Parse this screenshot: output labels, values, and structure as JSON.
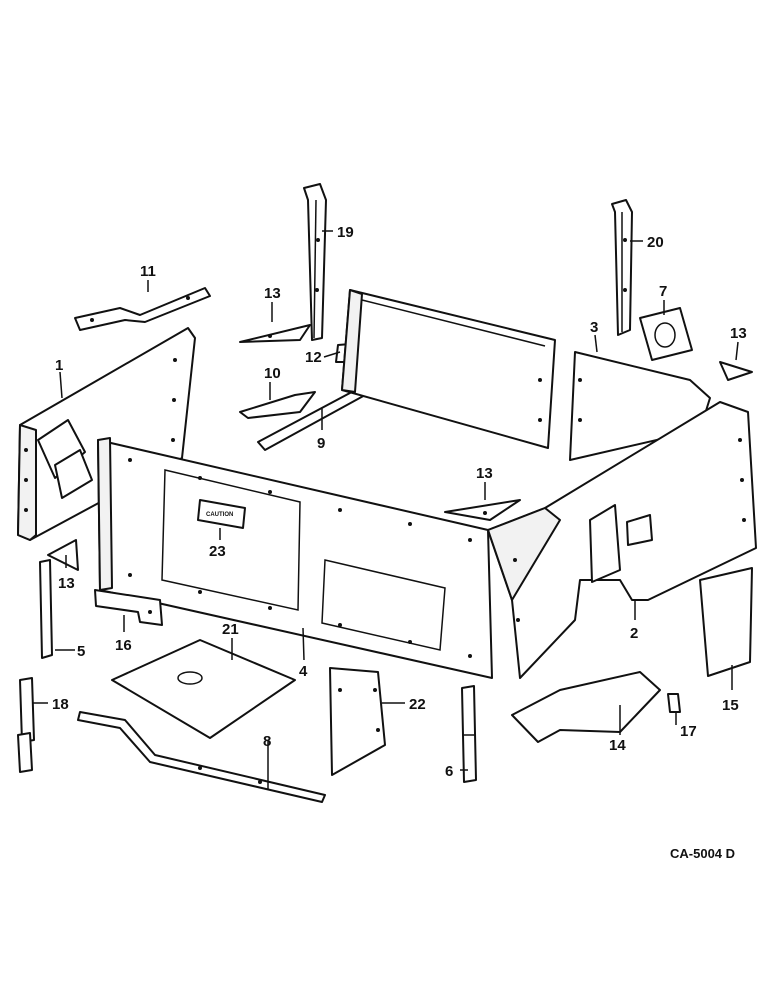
{
  "figure": {
    "reference_code": "CA-5004 D",
    "decal_text": "CAUTION",
    "callouts": [
      "1",
      "2",
      "3",
      "4",
      "5",
      "6",
      "7",
      "8",
      "9",
      "10",
      "11",
      "12",
      "13",
      "13",
      "13",
      "13",
      "14",
      "15",
      "16",
      "17",
      "18",
      "19",
      "20",
      "21",
      "22",
      "23"
    ]
  }
}
